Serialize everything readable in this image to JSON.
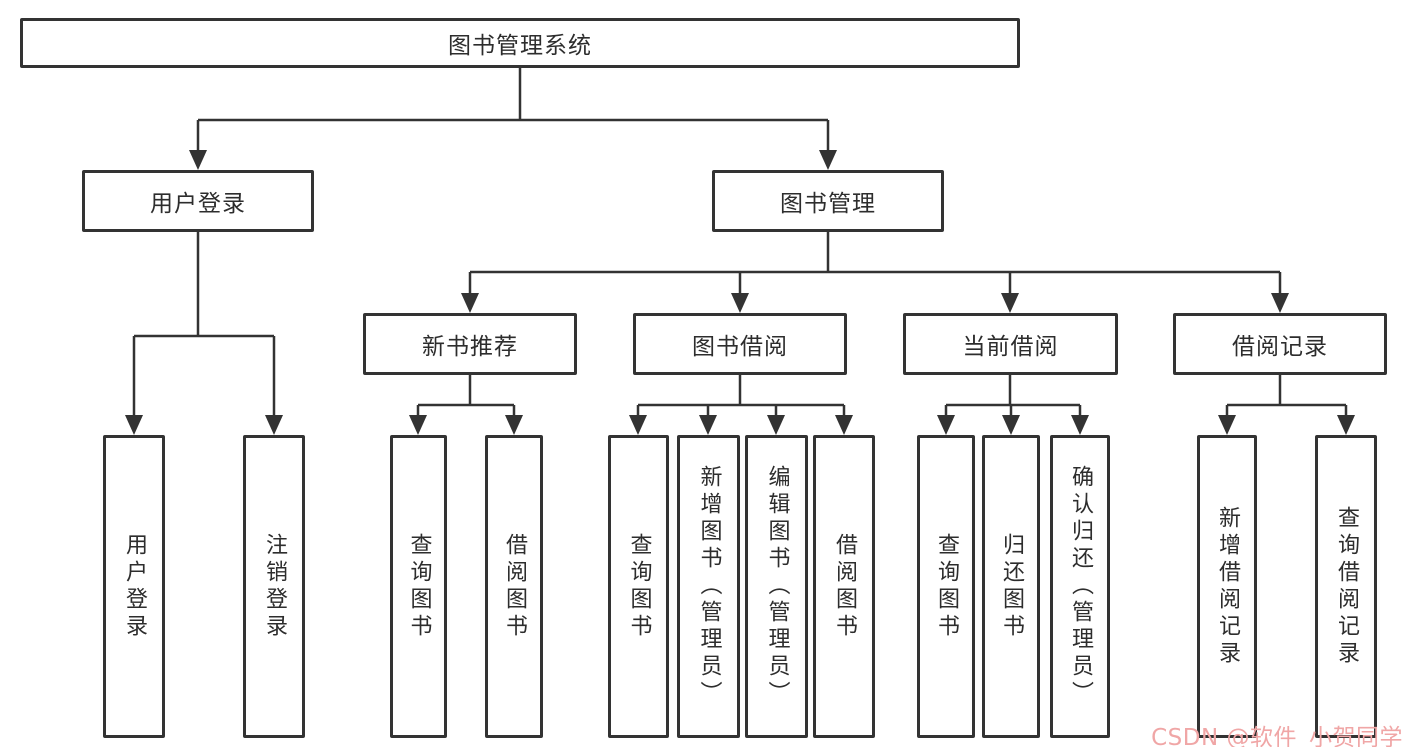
{
  "root_label": "图书管理系统",
  "user_login": {
    "label": "用户登录",
    "children": {
      "login": "用户登录",
      "logout": "注销登录"
    }
  },
  "book_mgmt": {
    "label": "图书管理",
    "new_book_rec": {
      "label": "新书推荐",
      "children": {
        "query_books": "查询图书",
        "borrow_books": "借阅图书"
      }
    },
    "book_borrow": {
      "label": "图书借阅",
      "children": {
        "query_books": "查询图书",
        "add_books": "新增图书（管理员）",
        "edit_books": "编辑图书（管理员）",
        "borrow_books": "借阅图书"
      }
    },
    "current_borrow": {
      "label": "当前借阅",
      "children": {
        "query_books": "查询图书",
        "return_books": "归还图书",
        "confirm_return": "确认归还（管理员）"
      }
    },
    "borrow_records": {
      "label": "借阅记录",
      "children": {
        "add_record": "新增借阅记录",
        "query_record": "查询借阅记录"
      }
    }
  },
  "watermark": "CSDN @软件_小贺同学",
  "colors": {
    "line": "#333333",
    "text": "#2d2d2d",
    "watermark": "#f0a6a6"
  }
}
